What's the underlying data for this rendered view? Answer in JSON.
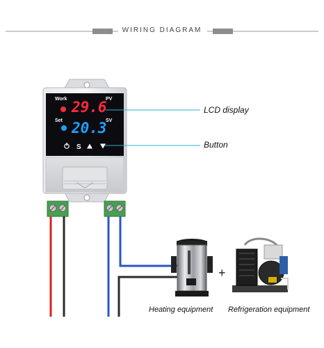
{
  "header": {
    "title": "WIRING DIAGRAM"
  },
  "device": {
    "work_label": "Work",
    "set_label": "Set",
    "pv_label": "PV",
    "sv_label": "SV",
    "pv_value": "29.6",
    "sv_value": "20.3",
    "buttons": [
      "power",
      "S",
      "up",
      "down"
    ],
    "colors": {
      "pv": "#ff2a3c",
      "sv": "#1ea0ff",
      "screen": "#0c0c10"
    }
  },
  "callouts": {
    "lcd": "LCD display",
    "button": "Button"
  },
  "equipment": {
    "heating": "Heating equipment",
    "plus": "+",
    "refrigeration": "Refrigeration equipment"
  },
  "wire_colors": {
    "red": "#d8231e",
    "black": "#2b2b2b",
    "blue": "#2a55c8"
  }
}
